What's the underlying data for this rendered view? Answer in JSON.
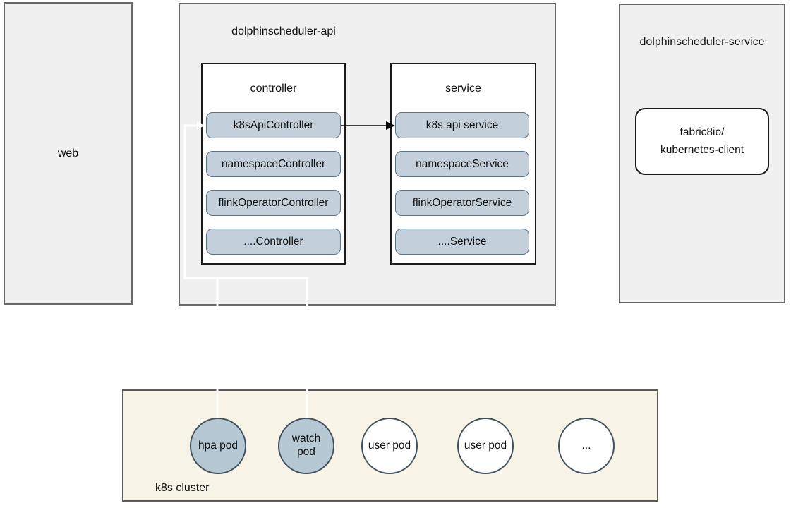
{
  "diagram": {
    "web_module": {
      "label": "web"
    },
    "api_module": {
      "title": "dolphinscheduler-api",
      "controller": {
        "title": "controller",
        "items": [
          "k8sApiController",
          "namespaceController",
          "flinkOperatorController",
          "....Controller"
        ]
      },
      "service": {
        "title": "service",
        "items": [
          "k8s api service",
          "namespaceService",
          "flinkOperatorService",
          "....Service"
        ]
      }
    },
    "service_module": {
      "title": "dolphinscheduler-service",
      "client_label": "fabric8io/\nkubernetes-client"
    },
    "cluster": {
      "title": "k8s cluster",
      "pods": [
        {
          "label": "hpa pod",
          "type": "system"
        },
        {
          "label": "watch\npod",
          "type": "system"
        },
        {
          "label": "user pod",
          "type": "user"
        },
        {
          "label": "user pod",
          "type": "user"
        },
        {
          "label": "...",
          "type": "user"
        }
      ]
    },
    "edges": [
      {
        "from": "k8sApiController",
        "to": "k8s api service",
        "style": "black-arrow"
      },
      {
        "from": "k8sApiController",
        "to": "hpa pod",
        "style": "white-line"
      },
      {
        "from": "k8sApiController",
        "to": "watch pod",
        "style": "white-line"
      }
    ],
    "colors": {
      "module_fill": "#f0f0f0",
      "module_border": "#686868",
      "node_fill": "#c3d0db",
      "node_border": "#5f7483",
      "pod_system_fill": "#b7c8d5",
      "cluster_fill": "#f7f3e7",
      "connector_white": "#ffffff",
      "connector_black": "#000000"
    }
  }
}
